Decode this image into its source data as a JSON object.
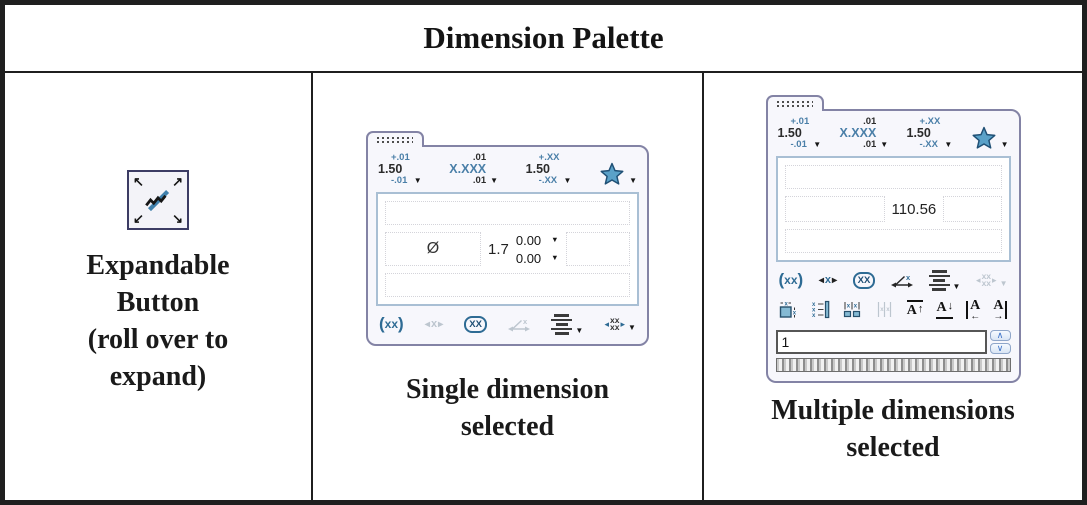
{
  "title": "Dimension Palette",
  "captions": {
    "expandable": "Expandable\nButton\n(roll over to\nexpand)",
    "single": "Single dimension\nselected",
    "multiple": "Multiple dimensions\nselected"
  },
  "palette_header": {
    "tolerance_button": {
      "top": "+.01",
      "value": "1.50",
      "bottom": "-.01"
    },
    "precision_button": {
      "top": ".01",
      "value": "X.XXX",
      "bottom": ".01"
    },
    "tolerance_precision_button": {
      "top": "+.XX",
      "value": "1.50",
      "bottom": "-.XX"
    }
  },
  "single_palette": {
    "diameter_symbol": "Ø",
    "dimension_value": "1.7",
    "upper_tolerance": "0.00",
    "lower_tolerance": "0.00"
  },
  "multiple_palette": {
    "dimension_value": "110.56",
    "instance_count": "1"
  },
  "glyphs": {
    "caret": "▼",
    "star": "★",
    "arrow_nw": "↖",
    "arrow_ne": "↗",
    "arrow_sw": "↙",
    "arrow_se": "↘",
    "paren_open": "(",
    "paren_close": ")",
    "xx_lower": "xx",
    "xx_upper": "XX",
    "x_lower": "x",
    "letter_a": "A",
    "arrow_up": "↑",
    "arrow_down": "↓",
    "arrow_left": "←",
    "arrow_right": "→",
    "tri_left": "◂",
    "tri_right": "▸",
    "spin_up": "∧",
    "spin_down": "∨"
  },
  "colors": {
    "accent_blue": "#2e6b94",
    "tolerance_blue": "#4a7fa8",
    "disabled_grey": "#bdc6cf",
    "palette_border": "#8383a5",
    "content_box_border": "#a9bfd4",
    "table_border": "#1f1f1f"
  }
}
